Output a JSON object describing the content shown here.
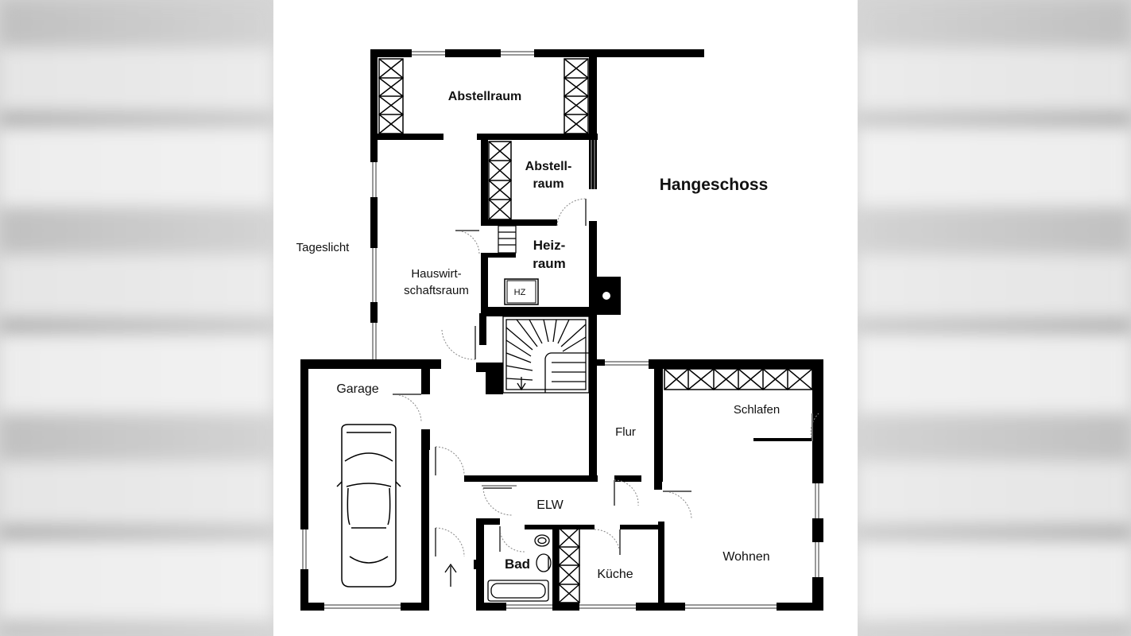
{
  "title": "Hangeschoss",
  "rooms": {
    "abstellraum_1": "Abstellraum",
    "abstellraum_2_line1": "Abstell-",
    "abstellraum_2_line2": "raum",
    "heizraum_line1": "Heiz-",
    "heizraum_line2": "raum",
    "hauswirtschaftsraum_line1": "Hauswirt-",
    "hauswirtschaftsraum_line2": "schaftsraum",
    "garage": "Garage",
    "flur": "Flur",
    "schlafen": "Schlafen",
    "elw": "ELW",
    "bad": "Bad",
    "kueche": "Küche",
    "wohnen": "Wohnen"
  },
  "annotations": {
    "tageslicht": "Tageslicht",
    "heating_unit": "HZ"
  },
  "colors": {
    "wall": "#000000",
    "page_bg": "#ffffff",
    "side_bg": "#d6d6d6"
  }
}
